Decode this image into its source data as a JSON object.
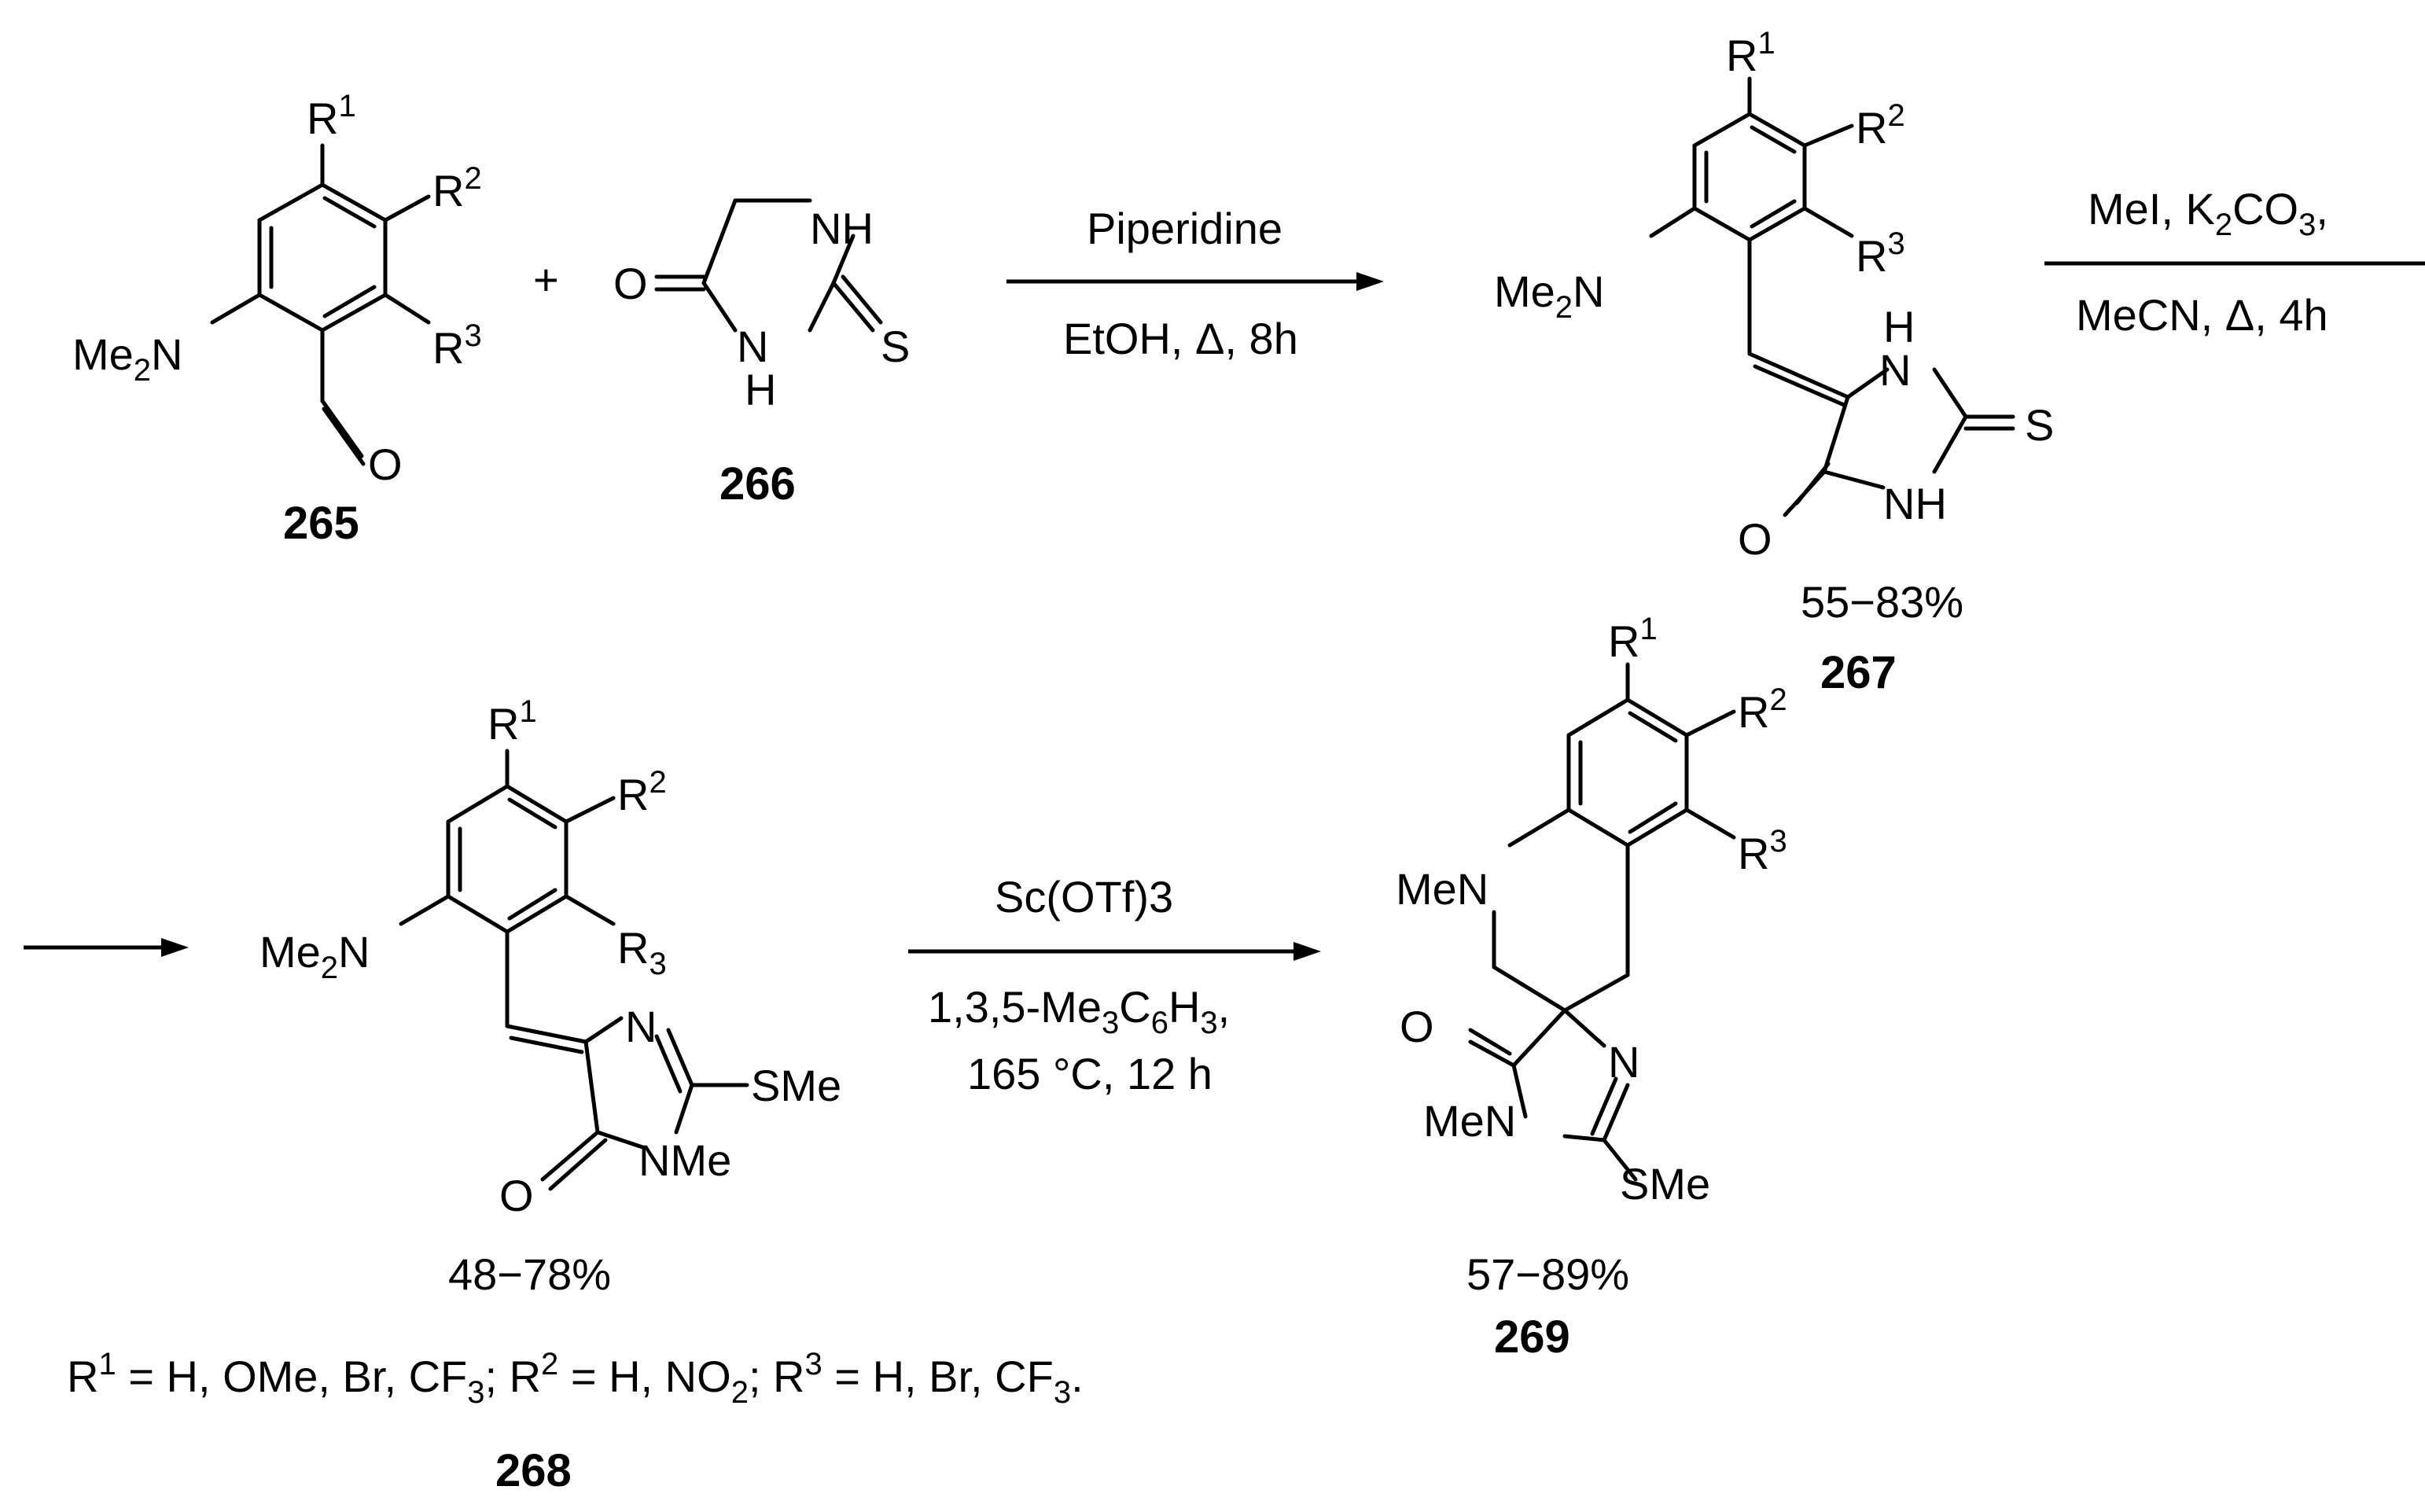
{
  "reactions": {
    "step1": {
      "plus": "+",
      "reagent": "Piperidine",
      "conditions": "EtOH, Δ, 8h"
    },
    "step2": {
      "reagent_prefix": "MeI, K",
      "reagent_sub": "2",
      "reagent_mid": "CO",
      "reagent_sub2": "3",
      "reagent_suffix": ",",
      "conditions": "MeCN, Δ, 4h"
    },
    "step3": {
      "reagent": "Sc(OTf)3",
      "cond1_a": "1,3,5-Me",
      "cond1_s1": "3",
      "cond1_b": "C",
      "cond1_s2": "6",
      "cond1_c": "H",
      "cond1_s3": "3",
      "cond1_d": ",",
      "cond2": "165 °C, 12 h"
    }
  },
  "compounds": {
    "c265": {
      "label": "265"
    },
    "c266": {
      "label": "266"
    },
    "c267": {
      "label": "267",
      "yield": "55−83%"
    },
    "c268": {
      "label": "268",
      "yield": "48−78%"
    },
    "c269": {
      "label": "269",
      "yield": "57−89%"
    }
  },
  "atoms": {
    "R": "R",
    "sup1": "1",
    "sup2": "2",
    "sup3": "3",
    "sub3": "3",
    "Me": "Me",
    "N": "N",
    "sub2": "2",
    "O": "O",
    "S": "S",
    "H": "H",
    "NH": "NH",
    "NMe": "NMe",
    "MeN": "MeN",
    "SMe": "SMe"
  },
  "substituents": {
    "p1": "R",
    "s1": "1",
    "p2": " = H, OMe, Br, CF",
    "s2": "3",
    "p3": "; R",
    "s3": "2",
    "p4": " = H, NO",
    "s4": "2",
    "p5": "; R",
    "s5": "3",
    "p6": " = H, Br, CF",
    "s6": "3",
    "p7": "."
  }
}
